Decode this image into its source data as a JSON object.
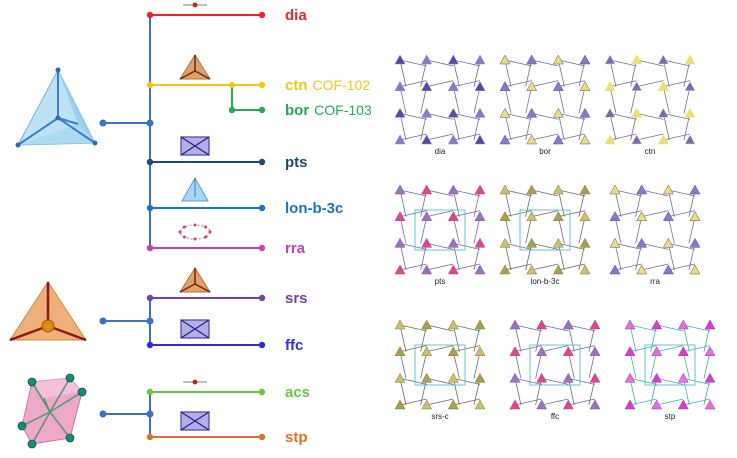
{
  "tree": {
    "trunk_color": "#3a72c4",
    "groups": [
      {
        "node_icon": "blue-tetrahedron-icon",
        "branches": [
          {
            "net": "dia",
            "color": "#e8262b",
            "cof": "",
            "icon": "linear-linker-icon"
          },
          {
            "net": "ctn",
            "color": "#f5c518",
            "cof": "COF-102",
            "icon": "orange-triangle-icon"
          },
          {
            "net": "bor",
            "color": "#21ad52",
            "cof": "COF-103",
            "icon": ""
          },
          {
            "net": "pts",
            "color": "#1f4a73",
            "cof": "",
            "icon": "square-linker-icon"
          },
          {
            "net": "lon-b-3c",
            "color": "#1a75c9",
            "cof": "",
            "icon": "small-tetrahedron-icon"
          },
          {
            "net": "rra",
            "color": "#c83db8",
            "cof": "",
            "icon": "ring-linker-icon"
          }
        ]
      },
      {
        "node_icon": "orange-triangle-node-icon",
        "branches": [
          {
            "net": "srs",
            "color": "#7a3fa8",
            "cof": "",
            "icon": "orange-triangle-icon"
          },
          {
            "net": "ffc",
            "color": "#3329d6",
            "cof": "",
            "icon": "square-linker-icon"
          }
        ]
      },
      {
        "node_icon": "pink-prism-node-icon",
        "branches": [
          {
            "net": "acs",
            "color": "#6ac73a",
            "cof": "",
            "icon": "linear-linker-icon"
          },
          {
            "net": "stp",
            "color": "#d8732a",
            "cof": "",
            "icon": "square-linker-icon"
          }
        ]
      }
    ]
  },
  "structures": [
    {
      "caption": "dia",
      "style": "purple"
    },
    {
      "caption": "bor",
      "style": "purple-yellow"
    },
    {
      "caption": "ctn",
      "style": "yellow-purple"
    },
    {
      "caption": "pts",
      "style": "pink-purple"
    },
    {
      "caption": "lon-b-3c",
      "style": "olive"
    },
    {
      "caption": "rra",
      "style": "purple-yellow"
    },
    {
      "caption": "srs-c",
      "style": "olive"
    },
    {
      "caption": "ffc",
      "style": "pink-purple"
    },
    {
      "caption": "stp",
      "style": "magenta"
    }
  ]
}
